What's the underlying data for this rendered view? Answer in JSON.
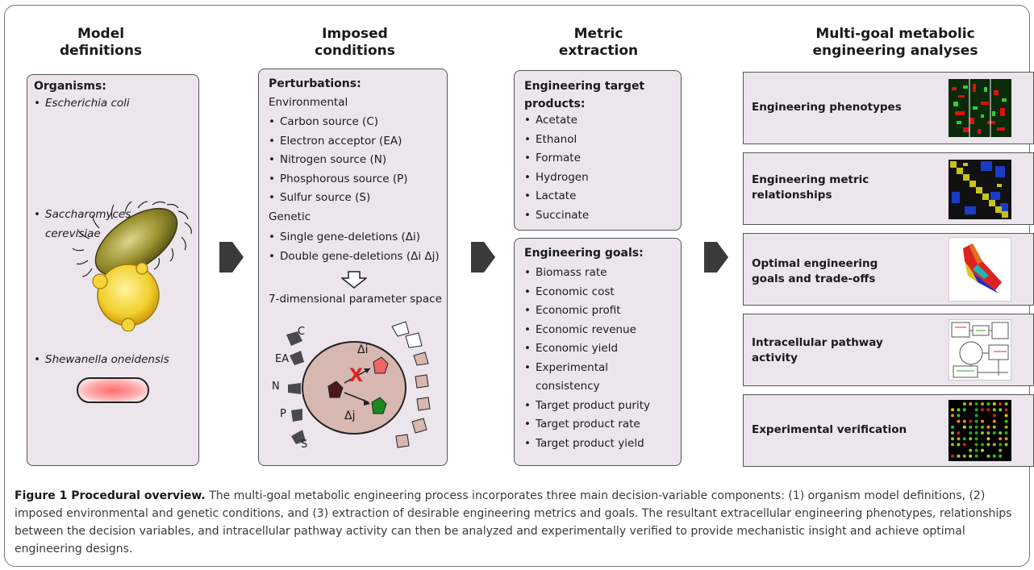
{
  "columns": {
    "model": "Model\ndefinitions",
    "conditions": "Imposed\nconditions",
    "metric": "Metric\nextraction",
    "analyses": "Multi-goal metabolic\nengineering analyses"
  },
  "organisms": {
    "heading": "Organisms:",
    "items": [
      "Escherichia coli",
      "Saccharomyces cerevisiae",
      "Shewanella oneidensis"
    ]
  },
  "perturbations": {
    "heading": "Perturbations:",
    "environmental_label": "Environmental",
    "environmental": [
      "Carbon source (C)",
      "Electron acceptor (EA)",
      "Nitrogen source (N)",
      "Phosphorous source (P)",
      "Sulfur source (S)"
    ],
    "genetic_label": "Genetic",
    "genetic": [
      "Single gene-deletions (Δi)",
      "Double gene-deletions (Δi Δj)"
    ],
    "param_space": "7-dimensional parameter space",
    "diagram_labels": {
      "c": "C",
      "ea": "EA",
      "n": "N",
      "p": "P",
      "s": "S",
      "delta_i": "Δi",
      "delta_j": "Δj"
    }
  },
  "targets": {
    "heading": "Engineering target products:",
    "items": [
      "Acetate",
      "Ethanol",
      "Formate",
      "Hydrogen",
      "Lactate",
      "Succinate"
    ]
  },
  "goals": {
    "heading": "Engineering goals:",
    "items": [
      "Biomass rate",
      "Economic cost",
      "Economic profit",
      "Economic revenue",
      "Economic yield",
      "Experimental consistency",
      "Target product purity",
      "Target product rate",
      "Target product yield"
    ]
  },
  "analyses": [
    {
      "label": "Engineering phenotypes",
      "icon": "heatmap-icon"
    },
    {
      "label": "Engineering metric relationships",
      "icon": "correlation-matrix-icon"
    },
    {
      "label": "Optimal engineering goals and trade-offs",
      "icon": "3d-surface-plot-icon"
    },
    {
      "label": "Intracellular pathway activity",
      "icon": "pathway-map-icon"
    },
    {
      "label": "Experimental verification",
      "icon": "microarray-icon"
    }
  ],
  "caption": {
    "label": "Figure 1 Procedural overview.",
    "text": "The multi-goal metabolic engineering process incorporates three main decision-variable components: (1) organism model definitions, (2) imposed environmental and genetic conditions, and (3) extraction of desirable engineering metrics and goals. The resultant extracellular engineering phenotypes, relationships between the decision variables, and intracellular pathway activity can then be analyzed and experimentally verified to provide mechanistic insight and achieve optimal engineering designs."
  },
  "colors": {
    "panel": "#ece6ec",
    "border": "#555555",
    "arrow": "#3a3a3a"
  }
}
